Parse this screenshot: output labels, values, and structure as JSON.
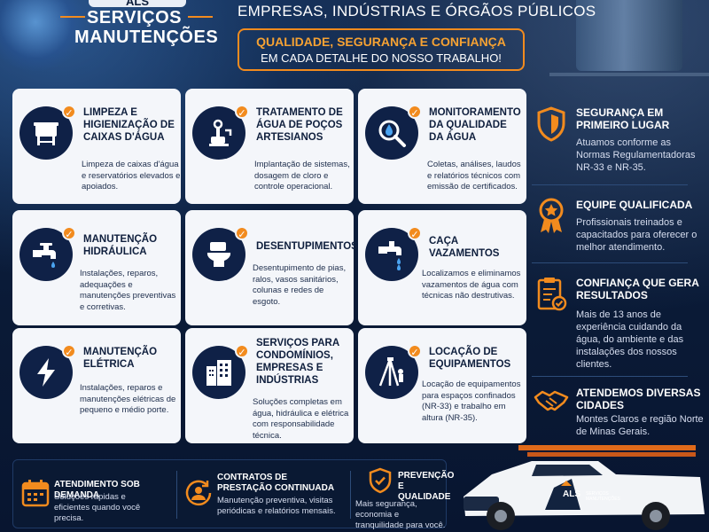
{
  "header": {
    "logo_top": "ALS",
    "logo_line1": "SERVIÇOS",
    "logo_line2": "MANUTENÇÕES",
    "tagline": "EMPRESAS, INDÚSTRIAS E ÓRGÃOS PÚBLICOS",
    "quality_title": "QUALIDADE, SEGURANÇA E CONFIANÇA",
    "quality_sub": "EM CADA DETALHE DO NOSSO TRABALHO!"
  },
  "services": [
    {
      "title": "LIMPEZA E HIGIENIZAÇÃO DE CAIXAS D'ÁGUA",
      "desc": "Limpeza de caixas d'água e reservatórios elevados e apoiados.",
      "icon": "water-tank-icon"
    },
    {
      "title": "TRATAMENTO DE ÁGUA DE POÇOS ARTESIANOS",
      "desc": "Implantação de sistemas, dosagem de cloro e controle operacional.",
      "icon": "well-pump-icon"
    },
    {
      "title": "MONITORAMENTO DA QUALIDADE DA ÁGUA",
      "desc": "Coletas, análises, laudos e relatórios técnicos com emissão de certificados.",
      "icon": "magnifier-drop-icon"
    },
    {
      "title": "MANUTENÇÃO HIDRÁULICA",
      "desc": "Instalações, reparos, adequações e manutenções preventivas e corretivas.",
      "icon": "faucet-icon"
    },
    {
      "title": "DESENTUPIMENTOS",
      "desc": "Desentupimento de pias, ralos, vasos sanitários, colunas e redes de esgoto.",
      "icon": "toilet-icon"
    },
    {
      "title": "CAÇA VAZAMENTOS",
      "desc": "Localizamos e eliminamos vazamentos de água com técnicas não destrutivas.",
      "icon": "leaking-faucet-icon"
    },
    {
      "title": "MANUTENÇÃO ELÉTRICA",
      "desc": "Instalações, reparos e manutenções elétricas de pequeno e médio porte.",
      "icon": "lightning-icon"
    },
    {
      "title": "SERVIÇOS PARA CONDOMÍNIOS, EMPRESAS E INDÚSTRIAS",
      "desc": "Soluções completas em água, hidráulica e elétrica com responsabilidade técnica.",
      "icon": "buildings-icon"
    },
    {
      "title": "LOCAÇÃO DE EQUIPAMENTOS",
      "desc": "Locação de equipamentos para espaços confinados (NR-33) e trabalho em altura (NR-35).",
      "icon": "tripod-worker-icon"
    }
  ],
  "features": [
    {
      "title": "SEGURANÇA EM PRIMEIRO LUGAR",
      "desc": "Atuamos conforme as Normas Regulamentadoras NR-33 e NR-35.",
      "icon": "shield-icon"
    },
    {
      "title": "EQUIPE QUALIFICADA",
      "desc": "Profissionais treinados e capacitados para oferecer o melhor atendimento.",
      "icon": "medal-icon"
    },
    {
      "title": "CONFIANÇA QUE GERA RESULTADOS",
      "desc": "Mais de 13 anos de experiência cuidando da água, do ambiente e das instalações dos nossos clientes.",
      "icon": "clipboard-check-icon"
    },
    {
      "title": "ATENDEMOS DIVERSAS CIDADES",
      "desc": "Montes Claros e região Norte de Minas Gerais.",
      "icon": "handshake-icon"
    }
  ],
  "bottom": [
    {
      "title": "ATENDIMENTO SOB DEMANDA",
      "desc": "Soluções rápidas e eficientes quando você precisa.",
      "icon": "calendar-icon"
    },
    {
      "title": "CONTRATOS DE PRESTAÇÃO CONTINUADA",
      "desc": "Manutenção preventiva, visitas periódicas e relatórios mensais.",
      "icon": "refresh-user-icon"
    },
    {
      "title": "PREVENÇÃO E QUALIDADE",
      "desc": "Mais segurança, economia e tranquilidade para você.",
      "icon": "shield-check-icon"
    }
  ],
  "truck": {
    "logo": "ALS",
    "logo_sub": "SERVIÇOS MANUTENÇÕES"
  },
  "colors": {
    "navy": "#0b1c3a",
    "orange": "#f28b1e",
    "card": "#f4f6fa"
  }
}
